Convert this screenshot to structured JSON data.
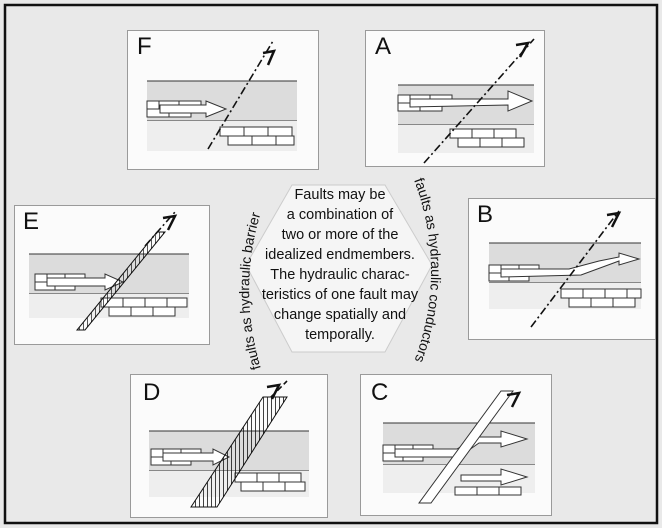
{
  "panels": [
    {
      "id": "F",
      "label": "F"
    },
    {
      "id": "A",
      "label": "A"
    },
    {
      "id": "E",
      "label": "E"
    },
    {
      "id": "B",
      "label": "B"
    },
    {
      "id": "D",
      "label": "D"
    },
    {
      "id": "C",
      "label": "C"
    }
  ],
  "center_text": {
    "lines": [
      "Faults may be",
      "a combination of",
      "two or more of the",
      "idealized endmembers.",
      "The hydraulic charac-",
      "teristics of one fault may",
      "change spatially and",
      "temporally."
    ]
  },
  "side_labels": {
    "left": "faults as hydraulic barrier",
    "right": "faults as hydraulic conductors"
  },
  "colors": {
    "background": "#e9e9e9",
    "panel": "#fbfbfb",
    "layer_shade": "#dcdcdc",
    "ink": "#111111"
  }
}
